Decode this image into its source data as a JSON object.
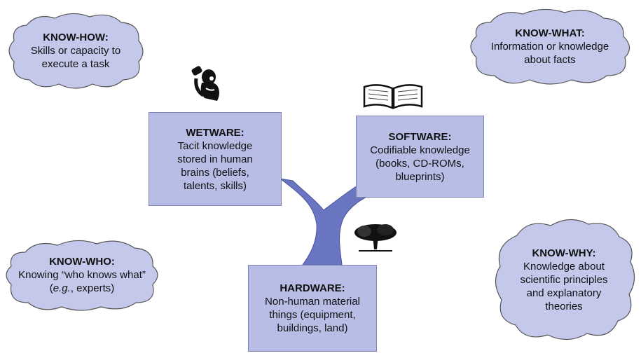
{
  "colors": {
    "box_fill": "#b8bde6",
    "cloud_fill": "#c4c8ea",
    "trunk": "#6b76c2",
    "ink": "#111111"
  },
  "icons": {
    "wetware": "thinker-figure-icon",
    "software": "open-book-icon",
    "hardware": "tree-icon"
  },
  "clouds": {
    "know_how": {
      "title": "KNOW-HOW:",
      "lines": [
        "Skills or capacity to",
        "execute a task"
      ]
    },
    "know_what": {
      "title": "KNOW-WHAT:",
      "lines": [
        "Information or knowledge",
        "about facts"
      ]
    },
    "know_who": {
      "title": "KNOW-WHO:",
      "line1": "Knowing “who knows what”",
      "line2_em": "e.g.",
      "line2_rest": ", experts)"
    },
    "know_why": {
      "title": "KNOW-WHY:",
      "lines": [
        "Knowledge about",
        "scientific principles",
        "and explanatory",
        "theories"
      ]
    }
  },
  "boxes": {
    "wetware": {
      "title": "WETWARE:",
      "lines": [
        "Tacit knowledge",
        "stored in human",
        "brains (beliefs,",
        "talents, skills)"
      ]
    },
    "software": {
      "title": "SOFTWARE:",
      "lines": [
        "Codifiable knowledge",
        "(books, CD-ROMs,",
        "blueprints)"
      ]
    },
    "hardware": {
      "title": "HARDWARE:",
      "lines": [
        "Non-human material",
        "things (equipment,",
        "buildings, land)"
      ]
    }
  }
}
